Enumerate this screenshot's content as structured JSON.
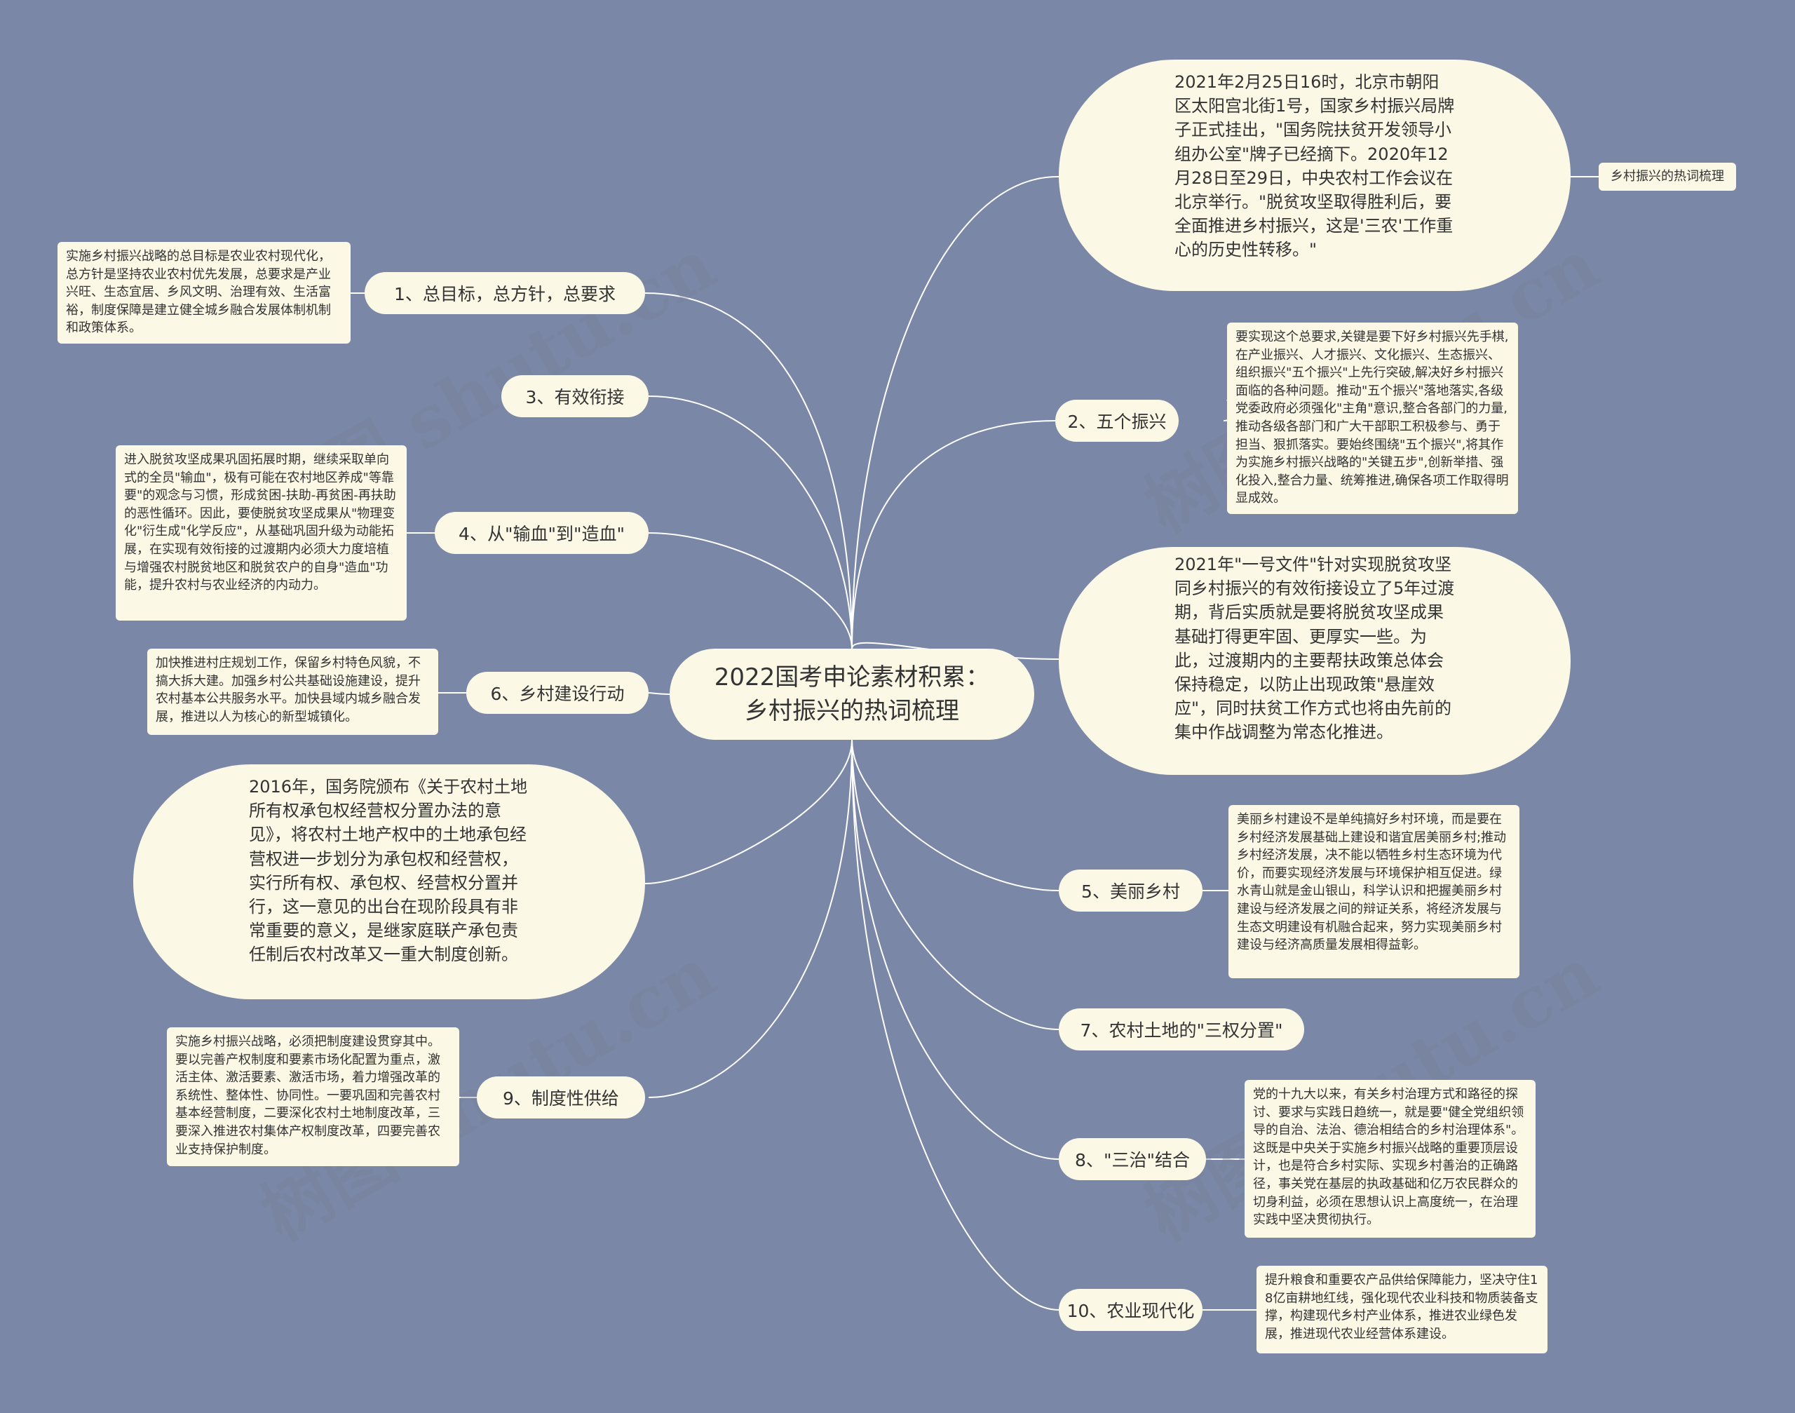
{
  "root": {
    "line1": "2022国考申论素材积累：",
    "line2": "乡村振兴的热词梳理"
  },
  "branches": {
    "b1": "1、总目标，总方针，总要求",
    "b2": "2、五个振兴",
    "b3": "3、有效衔接",
    "b4": "4、从\"输血\"到\"造血\"",
    "b5": "5、美丽乡村",
    "b6": "6、乡村建设行动",
    "b7": "7、农村土地的\"三权分置\"",
    "b8": "8、\"三治\"结合",
    "b9": "9、制度性供给",
    "b10": "10、农业现代化"
  },
  "blobs": {
    "top": "2021年2月25日16时，北京市朝阳区太阳宫北街1号，国家乡村振兴局牌子正式挂出，\"国务院扶贫开发领导小组办公室\"牌子已经摘下。2020年12月28日至29日，中央农村工作会议在北京举行。\"脱贫攻坚取得胜利后，要全面推进乡村振兴，这是'三农'工作重心的历史性转移。\"",
    "middle": "2021年\"一号文件\"针对实现脱贫攻坚同乡村振兴的有效衔接设立了5年过渡期，背后实质就是要将脱贫攻坚成果基础打得更牢固、更厚实一些。为此，过渡期内的主要帮扶政策总体会保持稳定，以防止出现政策\"悬崖效应\"，同时扶贫工作方式也将由先前的集中作战调整为常态化推进。",
    "left": "2016年，国务院颁布《关于农村土地所有权承包权经营权分置办法的意见》，将农村土地产权中的土地承包经营权进一步划分为承包权和经营权，实行所有权、承包权、经营权分置并行，这一意见的出台在现阶段具有非常重要的意义，是继家庭联产承包责任制后农村改革又一重大制度创新。"
  },
  "tag": "乡村振兴的热词梳理",
  "notes": {
    "n1": "实施乡村振兴战略的总目标是农业农村现代化，总方针是坚持农业农村优先发展，总要求是产业兴旺、生态宜居、乡风文明、治理有效、生活富裕，制度保障是建立健全城乡融合发展体制机制和政策体系。",
    "n2": "要实现这个总要求,关键是要下好乡村振兴先手棋,在产业振兴、人才振兴、文化振兴、生态振兴、组织振兴\"五个振兴\"上先行突破,解决好乡村振兴面临的各种问题。推动\"五个振兴\"落地落实,各级党委政府必须强化\"主角\"意识,整合各部门的力量,推动各级各部门和广大干部职工积极参与、勇于担当、狠抓落实。要始终围绕\"五个振兴\",将其作为实施乡村振兴战略的\"关键五步\",创新举措、强化投入,整合力量、统筹推进,确保各项工作取得明显成效。",
    "n4": "进入脱贫攻坚成果巩固拓展时期，继续采取单向式的全员\"输血\"，极有可能在农村地区养成\"等靠要\"的观念与习惯，形成贫困-扶助-再贫困-再扶助的恶性循环。因此，要使脱贫攻坚成果从\"物理变化\"衍生成\"化学反应\"，从基础巩固升级为动能拓展，在实现有效衔接的过渡期内必须大力度培植与增强农村脱贫地区和脱贫农户的自身\"造血\"功能，提升农村与农业经济的内动力。",
    "n5": "美丽乡村建设不是单纯搞好乡村环境，而是要在乡村经济发展基础上建设和谐宜居美丽乡村;推动乡村经济发展，决不能以牺牲乡村生态环境为代价，而要实现经济发展与环境保护相互促进。绿水青山就是金山银山，科学认识和把握美丽乡村建设与经济发展之间的辩证关系，将经济发展与生态文明建设有机融合起来，努力实现美丽乡村建设与经济高质量发展相得益彰。",
    "n6": "加快推进村庄规划工作，保留乡村特色风貌，不搞大拆大建。加强乡村公共基础设施建设，提升农村基本公共服务水平。加快县域内城乡融合发展，推进以人为核心的新型城镇化。",
    "n8": "党的十九大以来，有关乡村治理方式和路径的探讨、要求与实践日趋统一，就是要\"健全党组织领导的自治、法治、德治相结合的乡村治理体系\"。这既是中央关于实施乡村振兴战略的重要顶层设计，也是符合乡村实际、实现乡村善治的正确路径，事关党在基层的执政基础和亿万农民群众的切身利益，必须在思想认识上高度统一，在治理实践中坚决贯彻执行。",
    "n9": "实施乡村振兴战略，必须把制度建设贯穿其中。要以完善产权制度和要素市场化配置为重点，激活主体、激活要素、激活市场，着力增强改革的系统性、整体性、协同性。一要巩固和完善农村基本经营制度，二要深化农村土地制度改革，三要深入推进农村集体产权制度改革，四要完善农业支持保护制度。",
    "n10": "提升粮食和重要农产品供给保障能力，坚决守住18亿亩耕地红线，强化现代农业科技和物质装备支撑，构建现代乡村产业体系，推进农业绿色发展，推进现代农业经营体系建设。"
  },
  "watermark": "树图 shutu.cn",
  "colors": {
    "background": "#7a87a6",
    "node": "#fbf8e6",
    "line": "#ffffff"
  }
}
